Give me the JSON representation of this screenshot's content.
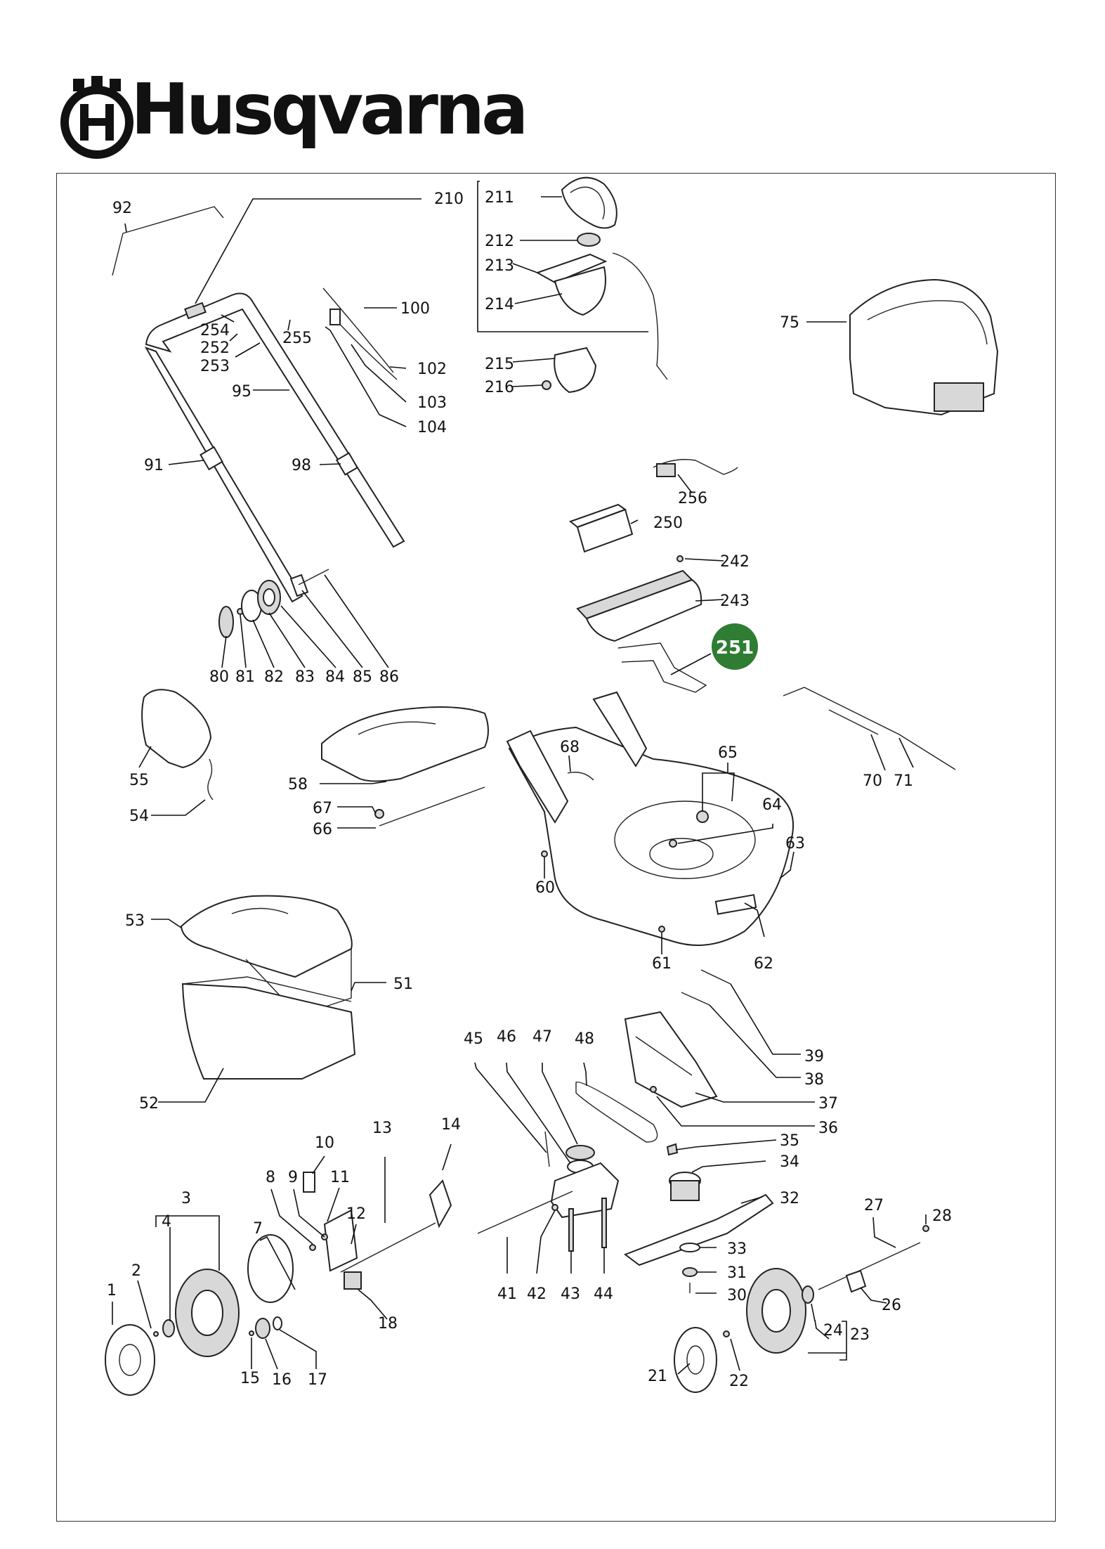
{
  "brand": {
    "name": "Husqvarna",
    "logo_icon": "husqvarna-crown-h-icon"
  },
  "highlight": {
    "label": "251",
    "color": "#2e7d32"
  },
  "labels": {
    "l92": "92",
    "l210": "210",
    "l211": "211",
    "l212": "212",
    "l213": "213",
    "l214": "214",
    "l215": "215",
    "l216": "216",
    "l75": "75",
    "l254": "254",
    "l252": "252",
    "l253": "253",
    "l255": "255",
    "l100": "100",
    "l102": "102",
    "l103": "103",
    "l104": "104",
    "l95": "95",
    "l91": "91",
    "l98": "98",
    "l256": "256",
    "l250": "250",
    "l242": "242",
    "l243": "243",
    "l80": "80",
    "l81": "81",
    "l82": "82",
    "l83": "83",
    "l84": "84",
    "l85": "85",
    "l86": "86",
    "l55": "55",
    "l54": "54",
    "l58": "58",
    "l67": "67",
    "l66": "66",
    "l68": "68",
    "l65": "65",
    "l64": "64",
    "l63": "63",
    "l60": "60",
    "l61": "61",
    "l62": "62",
    "l70": "70",
    "l71": "71",
    "l53": "53",
    "l51": "51",
    "l52": "52",
    "l39": "39",
    "l38": "38",
    "l37": "37",
    "l36": "36",
    "l45": "45",
    "l46": "46",
    "l47": "47",
    "l48": "48",
    "l35": "35",
    "l34": "34",
    "l32": "32",
    "l33": "33",
    "l31": "31",
    "l30": "30",
    "l41": "41",
    "l42": "42",
    "l43": "43",
    "l44": "44",
    "l10": "10",
    "l13": "13",
    "l14": "14",
    "l8": "8",
    "l9": "9",
    "l11": "11",
    "l12": "12",
    "l3": "3",
    "l4": "4",
    "l7": "7",
    "l1": "1",
    "l2": "2",
    "l15": "15",
    "l16": "16",
    "l17": "17",
    "l18": "18",
    "l27": "27",
    "l28": "28",
    "l26": "26",
    "l24": "24",
    "l23": "23",
    "l21": "21",
    "l22": "22"
  }
}
